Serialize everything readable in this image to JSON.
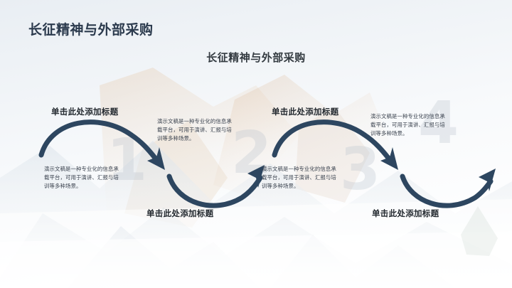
{
  "deck": {
    "title": "长征精神与外部采购"
  },
  "content": {
    "title": "长征精神与外部采购"
  },
  "colors": {
    "title_accent": "#2b3a4d",
    "heading": "#242a30",
    "body_text": "#3c4450",
    "arrow": "#2d4660",
    "watermark": "#b9c2cc",
    "background_top": "#eef1f5",
    "background_bottom": "#ffffff"
  },
  "watermarks": [
    {
      "label": "1"
    },
    {
      "label": "2"
    },
    {
      "label": "3"
    },
    {
      "label": "4"
    }
  ],
  "steps": [
    {
      "index": "1",
      "heading": "单击此处添加标题",
      "body": "演示文稿是一种专业化的信息承载平台，可用于演讲、汇报与培训等多种场景。",
      "position": "top-left"
    },
    {
      "index": "2",
      "heading": "单击此处添加标题",
      "body": "演示文稿是一种专业化的信息承载平台，可用于演讲、汇报与培训等多种场景。",
      "position": "bottom-left-center"
    },
    {
      "index": "3",
      "heading": "单击此处添加标题",
      "body": "演示文稿是一种专业化的信息承载平台，可用于演讲、汇报与培训等多种场景。",
      "position": "top-right-center"
    },
    {
      "index": "4",
      "heading": "单击此处添加标题",
      "body": "演示文稿是一种专业化的信息承载平台，可用于演讲、汇报与培训等多种场景。",
      "position": "bottom-right"
    }
  ],
  "arrows": [
    {
      "name": "arrow-1-to-2",
      "direction": "down-right"
    },
    {
      "name": "arrow-2-to-3",
      "direction": "up-right"
    },
    {
      "name": "arrow-3-to-4",
      "direction": "down-right"
    },
    {
      "name": "arrow-4-end",
      "direction": "up-right"
    }
  ]
}
